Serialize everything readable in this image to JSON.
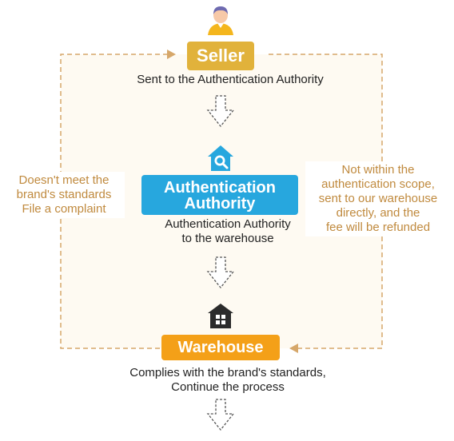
{
  "diagram": {
    "seller": {
      "label": "Seller",
      "caption": "Sent to the Authentication Authority",
      "icon": "user-avatar-icon"
    },
    "authority": {
      "label_line1": "Authentication",
      "label_line2": "Authority",
      "caption_line1": "Authentication Authority",
      "caption_line2": "to the warehouse",
      "icon": "house-search-icon"
    },
    "warehouse": {
      "label": "Warehouse",
      "caption_line1": "Complies with the brand's standards,",
      "caption_line2": "Continue the process",
      "icon": "warehouse-grid-icon"
    },
    "left_note": {
      "line1": "Doesn't meet the",
      "line2": "brand's standards",
      "line3": "File a complaint"
    },
    "right_note": {
      "line1": "Not within the",
      "line2": "authentication scope,",
      "line3": "sent to our warehouse",
      "line4": "directly, and the",
      "line5": "fee will be refunded"
    },
    "colors": {
      "seller": "#e1b23b",
      "authority": "#27a7de",
      "warehouse": "#f4a018",
      "note_text": "#c08a3e",
      "dashed_line": "#d6a76a",
      "panel": "#fefaf2",
      "icon_dark": "#2b2b2b"
    }
  }
}
